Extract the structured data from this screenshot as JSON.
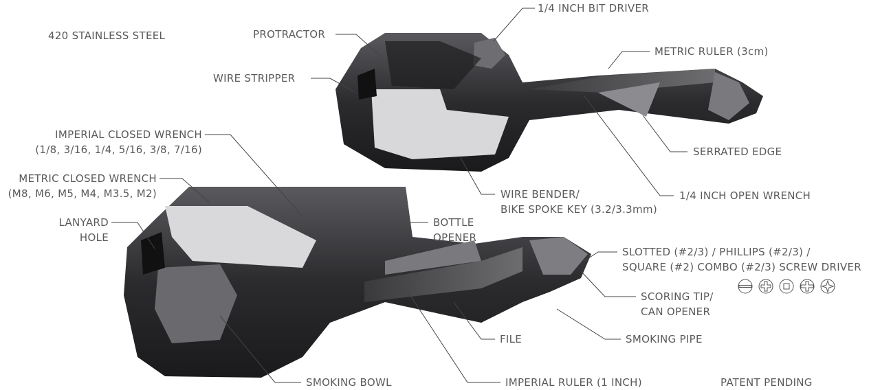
{
  "material": "420 STAINLESS STEEL",
  "patent": "PATENT PENDING",
  "callouts": {
    "protractor": "PROTRACTOR",
    "bit_driver": "1/4 INCH BIT DRIVER",
    "metric_ruler": "METRIC RULER (3cm)",
    "wire_stripper": "WIRE STRIPPER",
    "serrated_edge": "SERRATED EDGE",
    "imperial_wrench_1": "IMPERIAL CLOSED WRENCH",
    "imperial_wrench_2": "(1/8, 3/16, 1/4, 5/16, 3/8, 7/16)",
    "metric_wrench_1": "METRIC CLOSED WRENCH",
    "metric_wrench_2": "(M8, M6, M5, M4, M3.5, M2)",
    "wire_bender_1": "WIRE BENDER/",
    "wire_bender_2": "BIKE SPOKE KEY (3.2/3.3mm)",
    "open_wrench": "1/4 INCH OPEN WRENCH",
    "lanyard_1": "LANYARD",
    "lanyard_2": "HOLE",
    "bottle_1": "BOTTLE",
    "bottle_2": "OPENER",
    "screwdriver_1": "SLOTTED (#2/3) / PHILLIPS (#2/3) /",
    "screwdriver_2": "SQUARE (#2) COMBO (#2/3) SCREW DRIVER",
    "scoring_1": "SCORING TIP/",
    "scoring_2": "CAN OPENER",
    "file": "FILE",
    "smoking_pipe": "SMOKING PIPE",
    "smoking_bowl": "SMOKING BOWL",
    "imperial_ruler": "IMPERIAL RULER (1 INCH)"
  },
  "screw_icons": [
    "slotted-icon",
    "phillips-icon",
    "square-icon",
    "combo-icon",
    "phillips-alt-icon"
  ],
  "colors": {
    "text": "#5a5a5a",
    "metal_dark": "#2e2e30",
    "metal_light": "#8a8a8c",
    "line": "#444444"
  }
}
